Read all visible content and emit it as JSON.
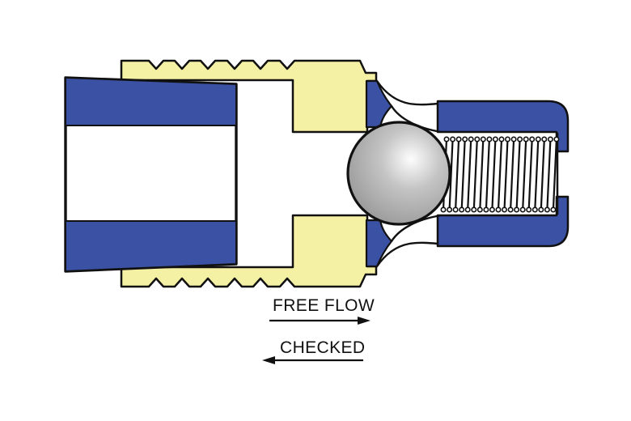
{
  "diagram": {
    "title_labels": {
      "free_flow": "FREE FLOW",
      "checked": "CHECKED"
    },
    "parts": [
      "inlet-hose",
      "barbed-fitting-body",
      "seal-ring",
      "check-ball",
      "spring",
      "outlet-housing"
    ],
    "colors": {
      "background": "#ffffff",
      "hose_blue": "#3b51a3",
      "body_yellow": "#f5f1a4",
      "outline_black": "#111111",
      "ball_gray_light": "#fdfdfd",
      "ball_gray_mid": "#c4c4c4",
      "ball_gray_dark": "#919191",
      "passage_white": "#ffffff"
    }
  }
}
